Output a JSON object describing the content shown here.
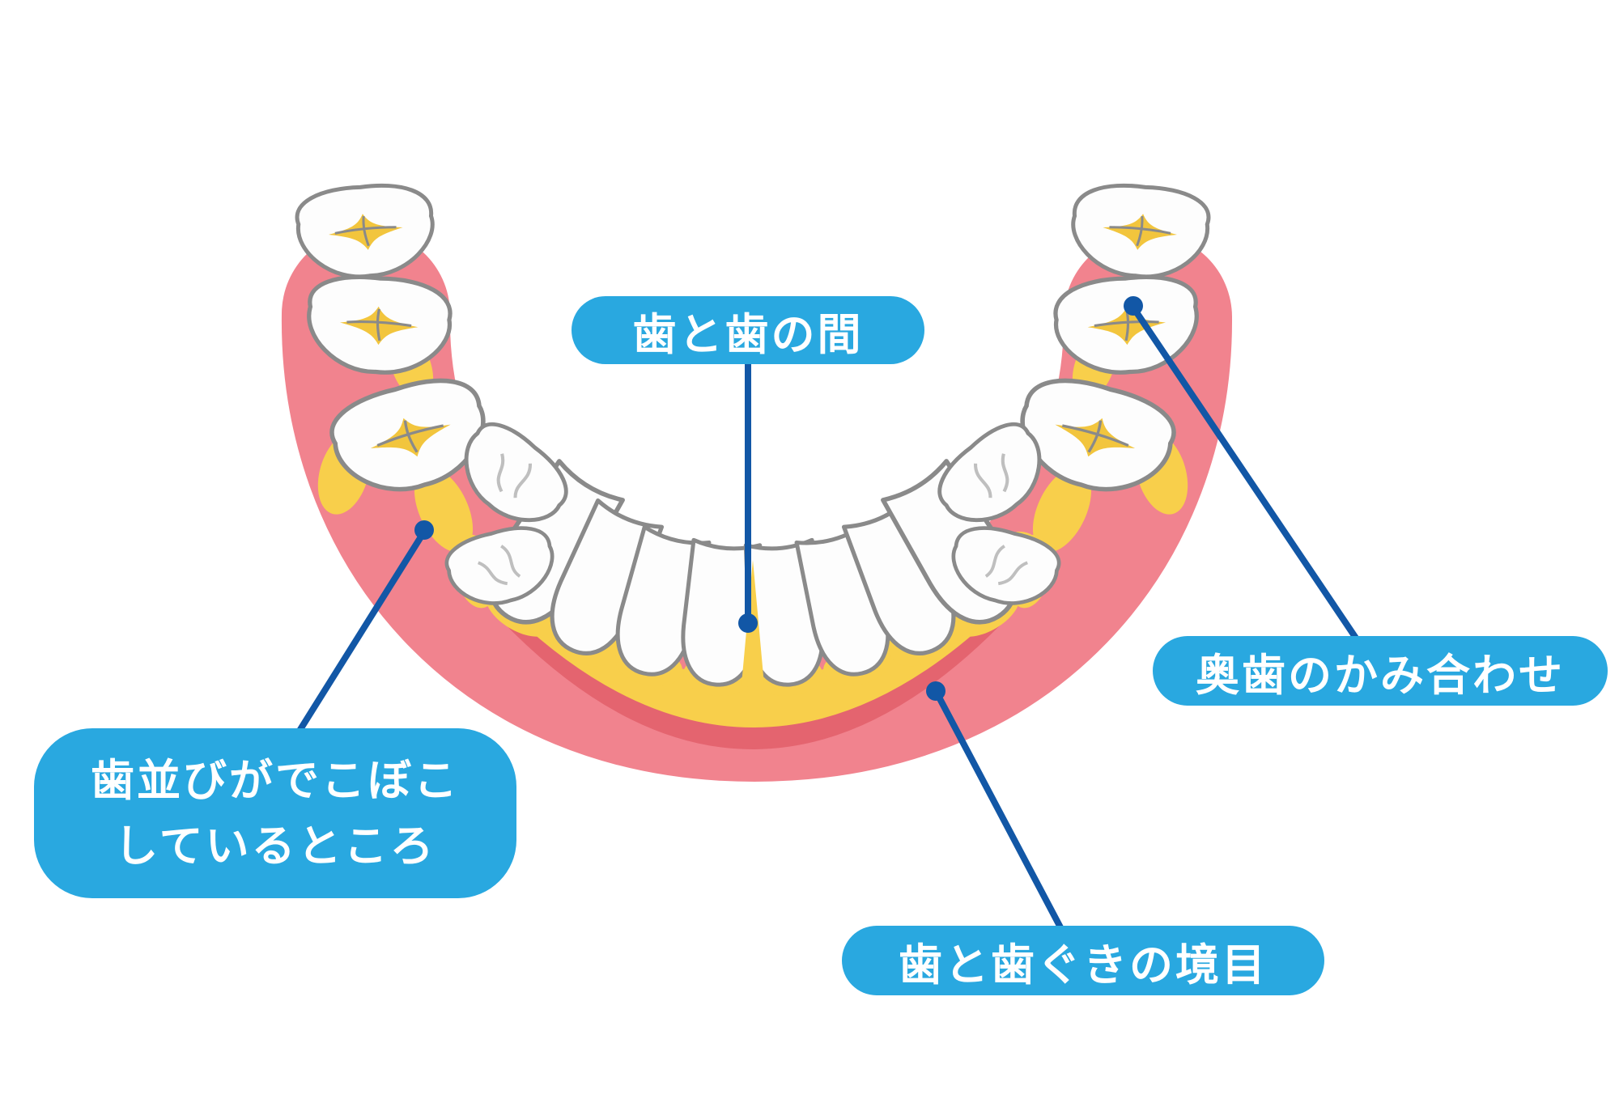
{
  "diagram": {
    "type": "dental-illustration",
    "subject": "lower-jaw-teeth-with-plaque",
    "labels": [
      {
        "id": "between-teeth",
        "text": "歯と歯の間"
      },
      {
        "id": "molar-bite",
        "text": "奥歯のかみ合わせ"
      },
      {
        "id": "uneven-alignment",
        "line1": "歯並びがでこぼこ",
        "line2": "しているところ"
      },
      {
        "id": "tooth-gum-border",
        "text": "歯と歯ぐきの境目"
      }
    ],
    "colors": {
      "label_background": "#29A8E0",
      "label_text": "#FFFFFF",
      "leader_line": "#1257A6",
      "gum": "#F1838E",
      "gum_shadow": "#E4646F",
      "tooth_fill": "#FDFDFD",
      "tooth_outline": "#8A8A8A",
      "plaque": "#F8CF4B",
      "fissure_plaque": "#F2C53D"
    }
  }
}
